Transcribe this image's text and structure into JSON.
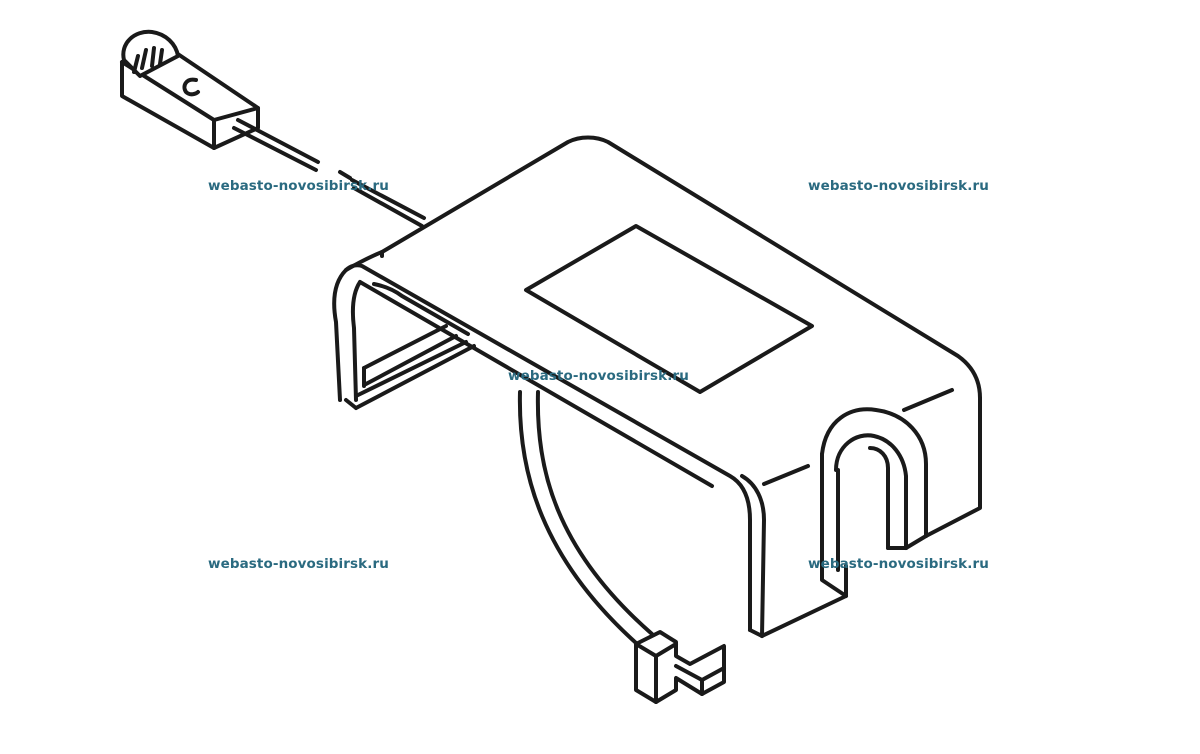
{
  "watermarks": [
    "webasto-novosibirsk.ru",
    "webasto-novosibirsk.ru",
    "webasto-novosibirsk.ru",
    "webasto-novosibirsk.ru",
    "webasto-novosibirsk.ru"
  ],
  "colors": {
    "line": "#1a1a1a",
    "watermark": "#2a6a80",
    "background": "#ffffff"
  }
}
